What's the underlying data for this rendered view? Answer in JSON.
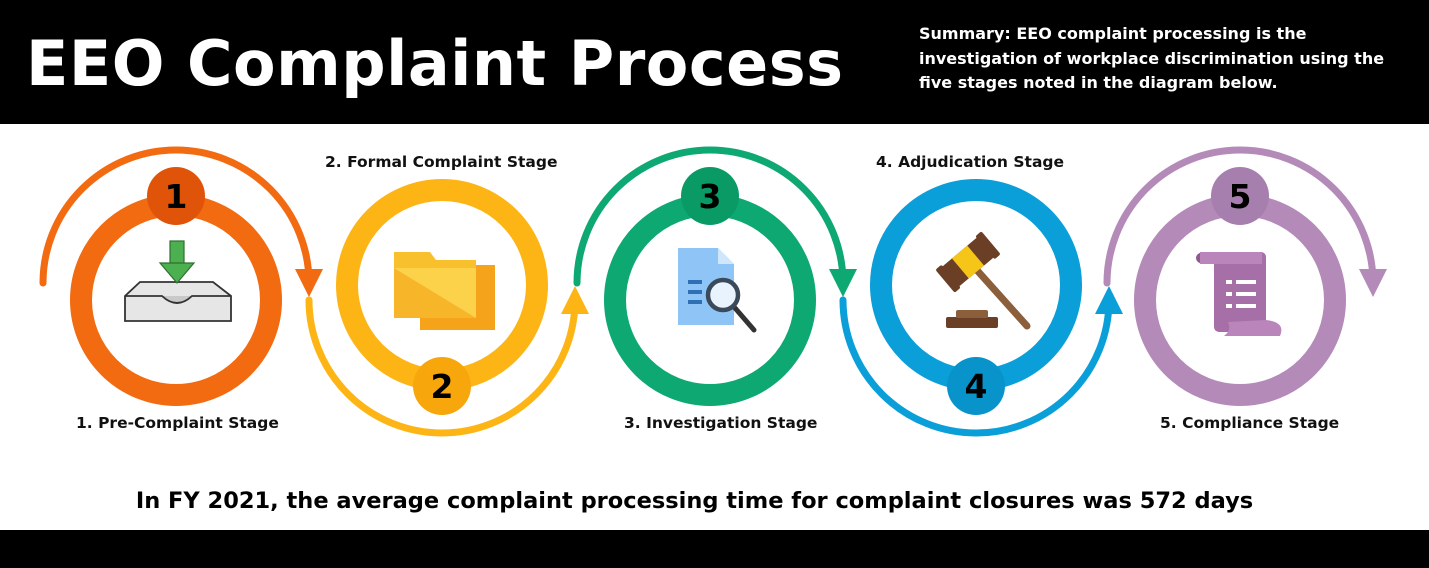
{
  "title": "EEO Complaint Process",
  "summary": "Summary: EEO complaint processing is the investigation of workplace discrimination using the five stages noted in the diagram below.",
  "stages": [
    {
      "number": "1",
      "label": "1. Pre-Complaint Stage",
      "color": "#F26B11",
      "badge_color": "#E0540A",
      "icon": "inbox-download-icon"
    },
    {
      "number": "2",
      "label": "2. Formal Complaint Stage",
      "color": "#FDB515",
      "badge_color": "#F7A70B",
      "icon": "folder-icon"
    },
    {
      "number": "3",
      "label": "3. Investigation Stage",
      "color": "#0EA873",
      "badge_color": "#0A9A66",
      "icon": "document-search-icon"
    },
    {
      "number": "4",
      "label": "4. Adjudication Stage",
      "color": "#0A9FD8",
      "badge_color": "#0893CB",
      "icon": "gavel-icon"
    },
    {
      "number": "5",
      "label": "5. Compliance Stage",
      "color": "#B48AB8",
      "badge_color": "#A77FAF",
      "icon": "scroll-icon"
    }
  ],
  "footnote": "In FY 2021, the average complaint processing time for complaint closures was 572 days"
}
